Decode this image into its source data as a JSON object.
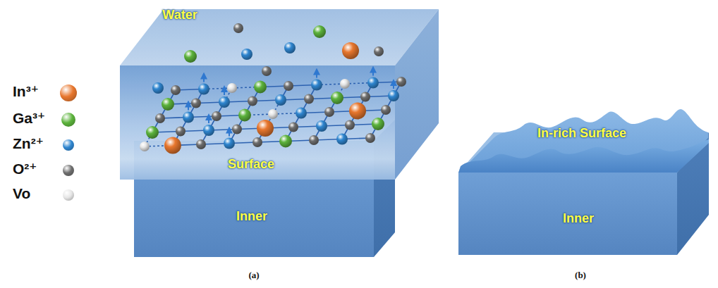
{
  "diagram": {
    "nodes": [
      {
        "text": [
          "Water",
          "Surface"
        ]
      },
      {
        "text": [
          "Inner"
        ]
      },
      {
        "text": [
          "In-rich Surface"
        ]
      },
      {
        "text": [
          "Inner"
        ]
      }
    ],
    "labels": [
      "(a)",
      "(b)"
    ],
    "legend": [
      {
        "text": "In³⁺",
        "color": "#e8772e"
      },
      {
        "text": "Ga³⁺",
        "color": "#5cb33c"
      },
      {
        "text": "Zn²⁺",
        "color": "#2f86d0"
      },
      {
        "text": "O²⁺",
        "color": "#6e6e6e"
      },
      {
        "text": "Vo",
        "color": "#e6e6e6"
      }
    ]
  }
}
